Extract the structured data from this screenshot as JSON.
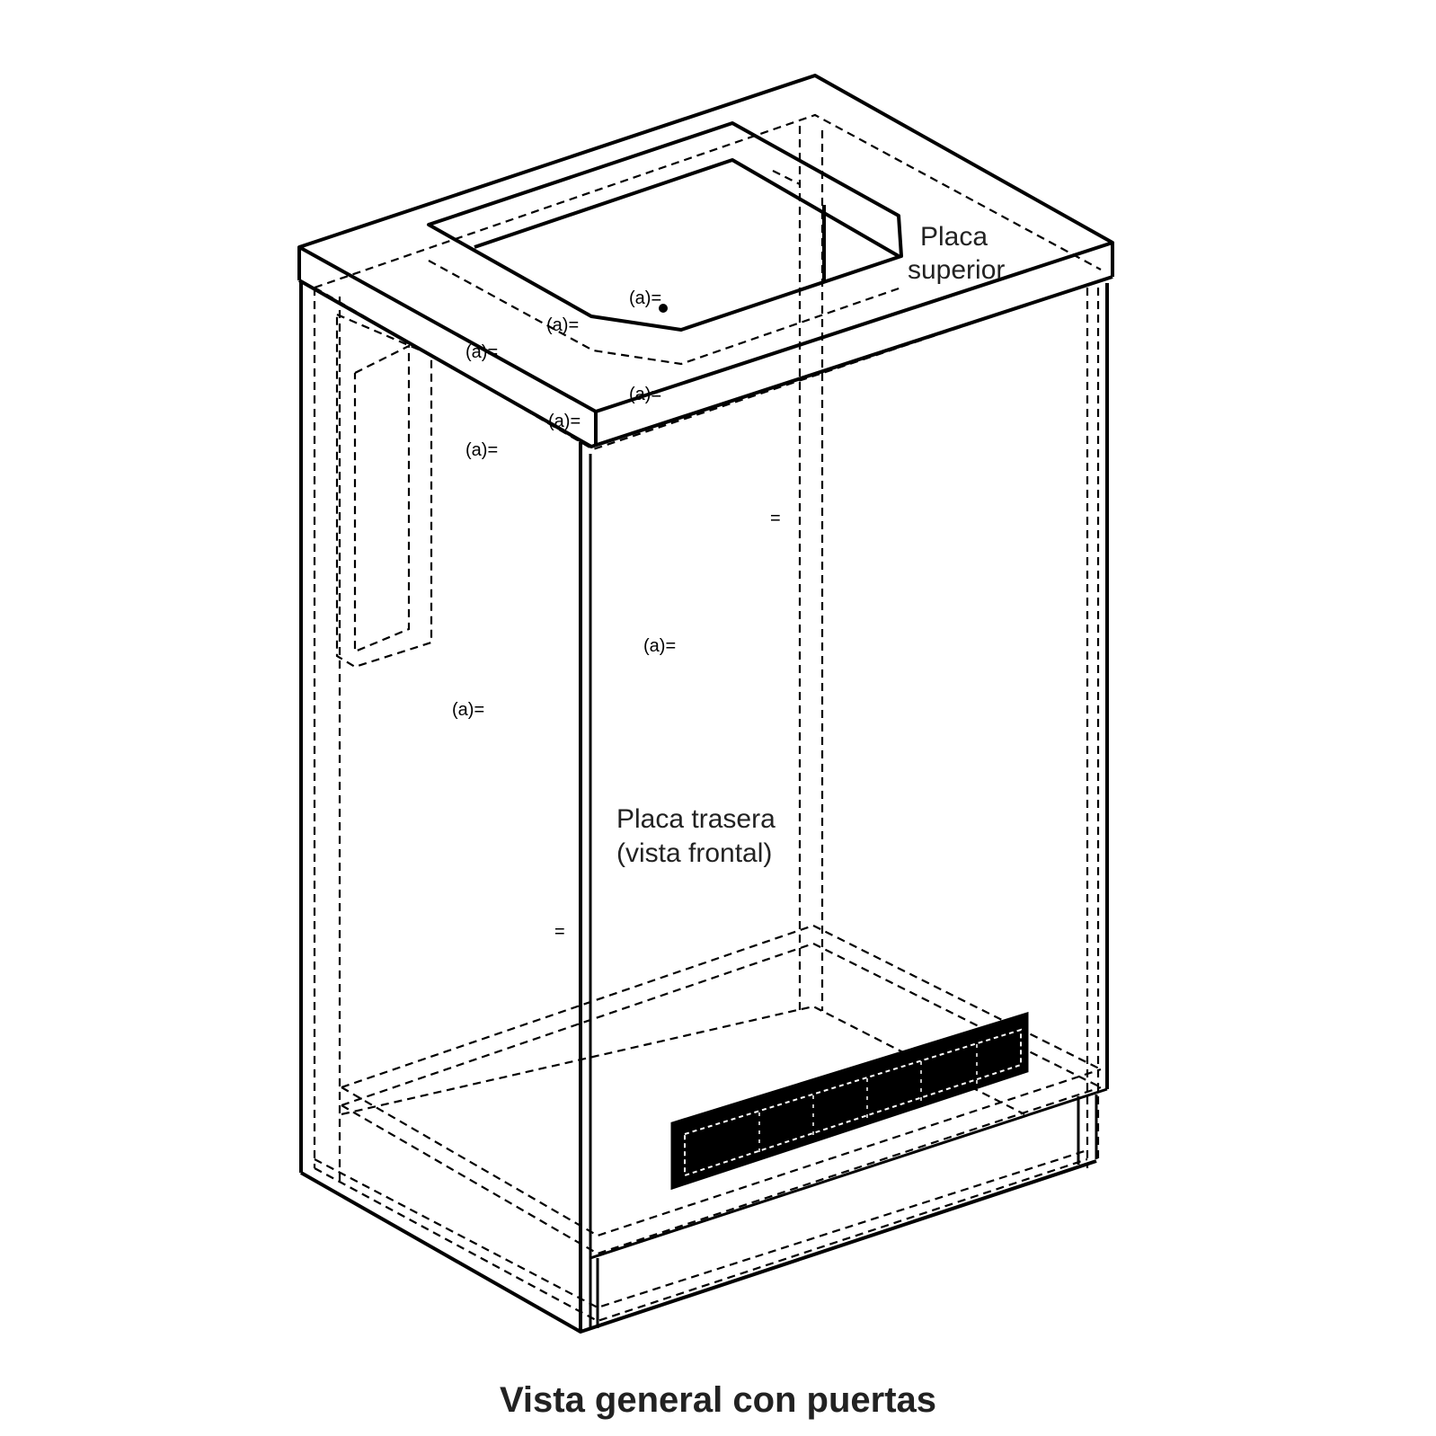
{
  "labels": {
    "top_plate_line1": "Placa",
    "top_plate_line2": "superior",
    "back_plate_line1": "Placa trasera",
    "back_plate_line2": "(vista frontal)"
  },
  "caption": "Vista general con puertas"
}
